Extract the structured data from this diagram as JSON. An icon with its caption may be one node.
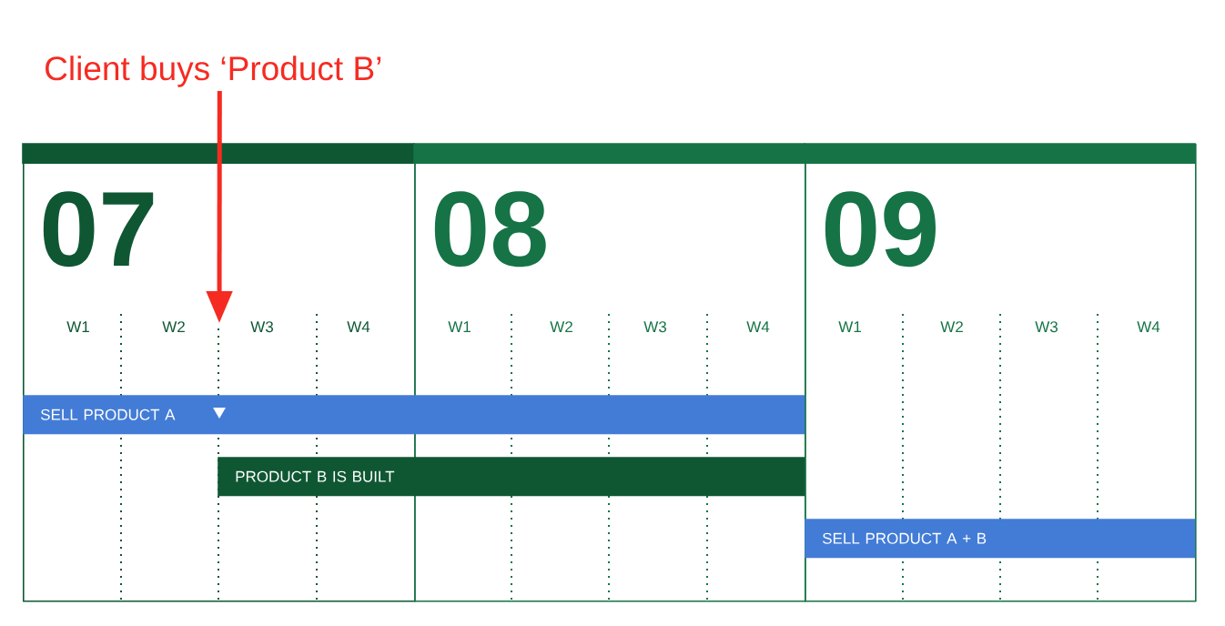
{
  "diagram": {
    "nodes": [
      {
        "text": [
          "Client buys ‘Product B’"
        ]
      },
      {
        "text": [
          "07"
        ]
      },
      {
        "text": [
          "08"
        ]
      },
      {
        "text": [
          "09"
        ]
      },
      {
        "text": [
          "SELL PRODUCT A"
        ]
      },
      {
        "text": [
          "PRODUCT B IS BUILT"
        ]
      },
      {
        "text": [
          "SELL PRODUCT A + B"
        ],
        "in": 3
      }
    ],
    "edges": [
      {
        "from": 0,
        "to": 1,
        "arrow": "to"
      }
    ],
    "labels": [
      "W1",
      "W2",
      "W3",
      "W4",
      "W1",
      "W2",
      "W3",
      "W4",
      "W1",
      "W2",
      "W3",
      "W4"
    ]
  }
}
